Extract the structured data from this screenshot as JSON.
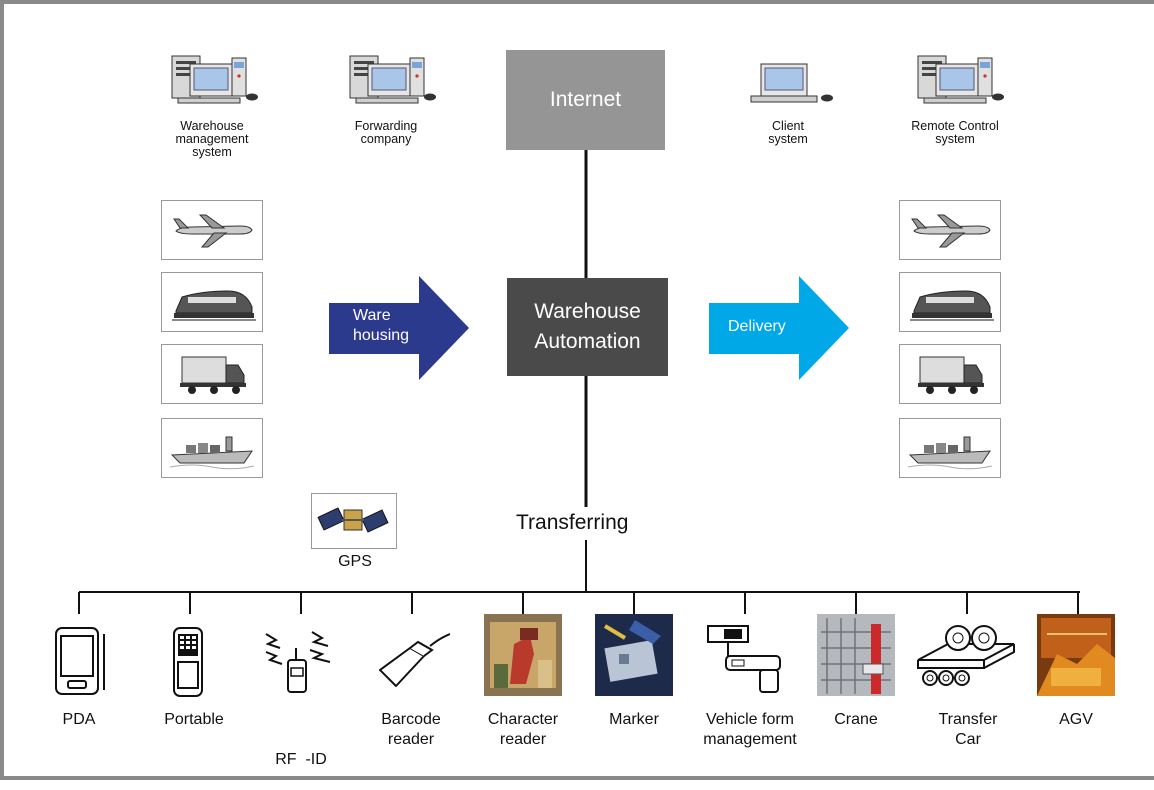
{
  "top_systems": [
    {
      "label_lines": [
        "Warehouse",
        "management",
        "system"
      ],
      "icon": "workstation-icon"
    },
    {
      "label_lines": [
        "Forwarding",
        "company"
      ],
      "icon": "workstation-icon"
    },
    {
      "label_lines": [
        "Client",
        "system"
      ],
      "icon": "computer-icon"
    },
    {
      "label_lines": [
        "Remote Control",
        "system"
      ],
      "icon": "workstation-icon"
    }
  ],
  "center": {
    "internet": "Internet",
    "automation_line1": "Warehouse",
    "automation_line2": "Automation",
    "transferring": "Transferring"
  },
  "arrows": {
    "warehousing_line1": "Ware",
    "warehousing_line2": "housing",
    "delivery": "Delivery",
    "warehousing_color": "#2b3a8c",
    "delivery_color": "#00a8e8"
  },
  "transport_icons": [
    "airplane-icon",
    "train-icon",
    "truck-icon",
    "ship-icon"
  ],
  "gps": {
    "label": "GPS",
    "icon": "satellite-icon"
  },
  "devices": [
    {
      "label_lines": [
        "PDA"
      ],
      "icon": "pda-icon"
    },
    {
      "label_lines": [
        "Portable"
      ],
      "icon": "portable-terminal-icon"
    },
    {
      "label_lines": [
        "RF  -ID"
      ],
      "icon": "rfid-icon"
    },
    {
      "label_lines": [
        "Barcode",
        "reader"
      ],
      "icon": "barcode-scanner-icon"
    },
    {
      "label_lines": [
        "Character",
        "reader"
      ],
      "icon": "character-reader-photo"
    },
    {
      "label_lines": [
        "Marker"
      ],
      "icon": "marker-photo"
    },
    {
      "label_lines": [
        "Vehicle form",
        "management"
      ],
      "icon": "camera-icon"
    },
    {
      "label_lines": [
        "Crane"
      ],
      "icon": "crane-photo"
    },
    {
      "label_lines": [
        "Transfer",
        "Car"
      ],
      "icon": "transfer-car-icon"
    },
    {
      "label_lines": [
        "AGV"
      ],
      "icon": "agv-photo"
    }
  ],
  "colors": {
    "internet_box": "#959595",
    "automation_box": "#4a4a4a",
    "line": "#111111"
  }
}
